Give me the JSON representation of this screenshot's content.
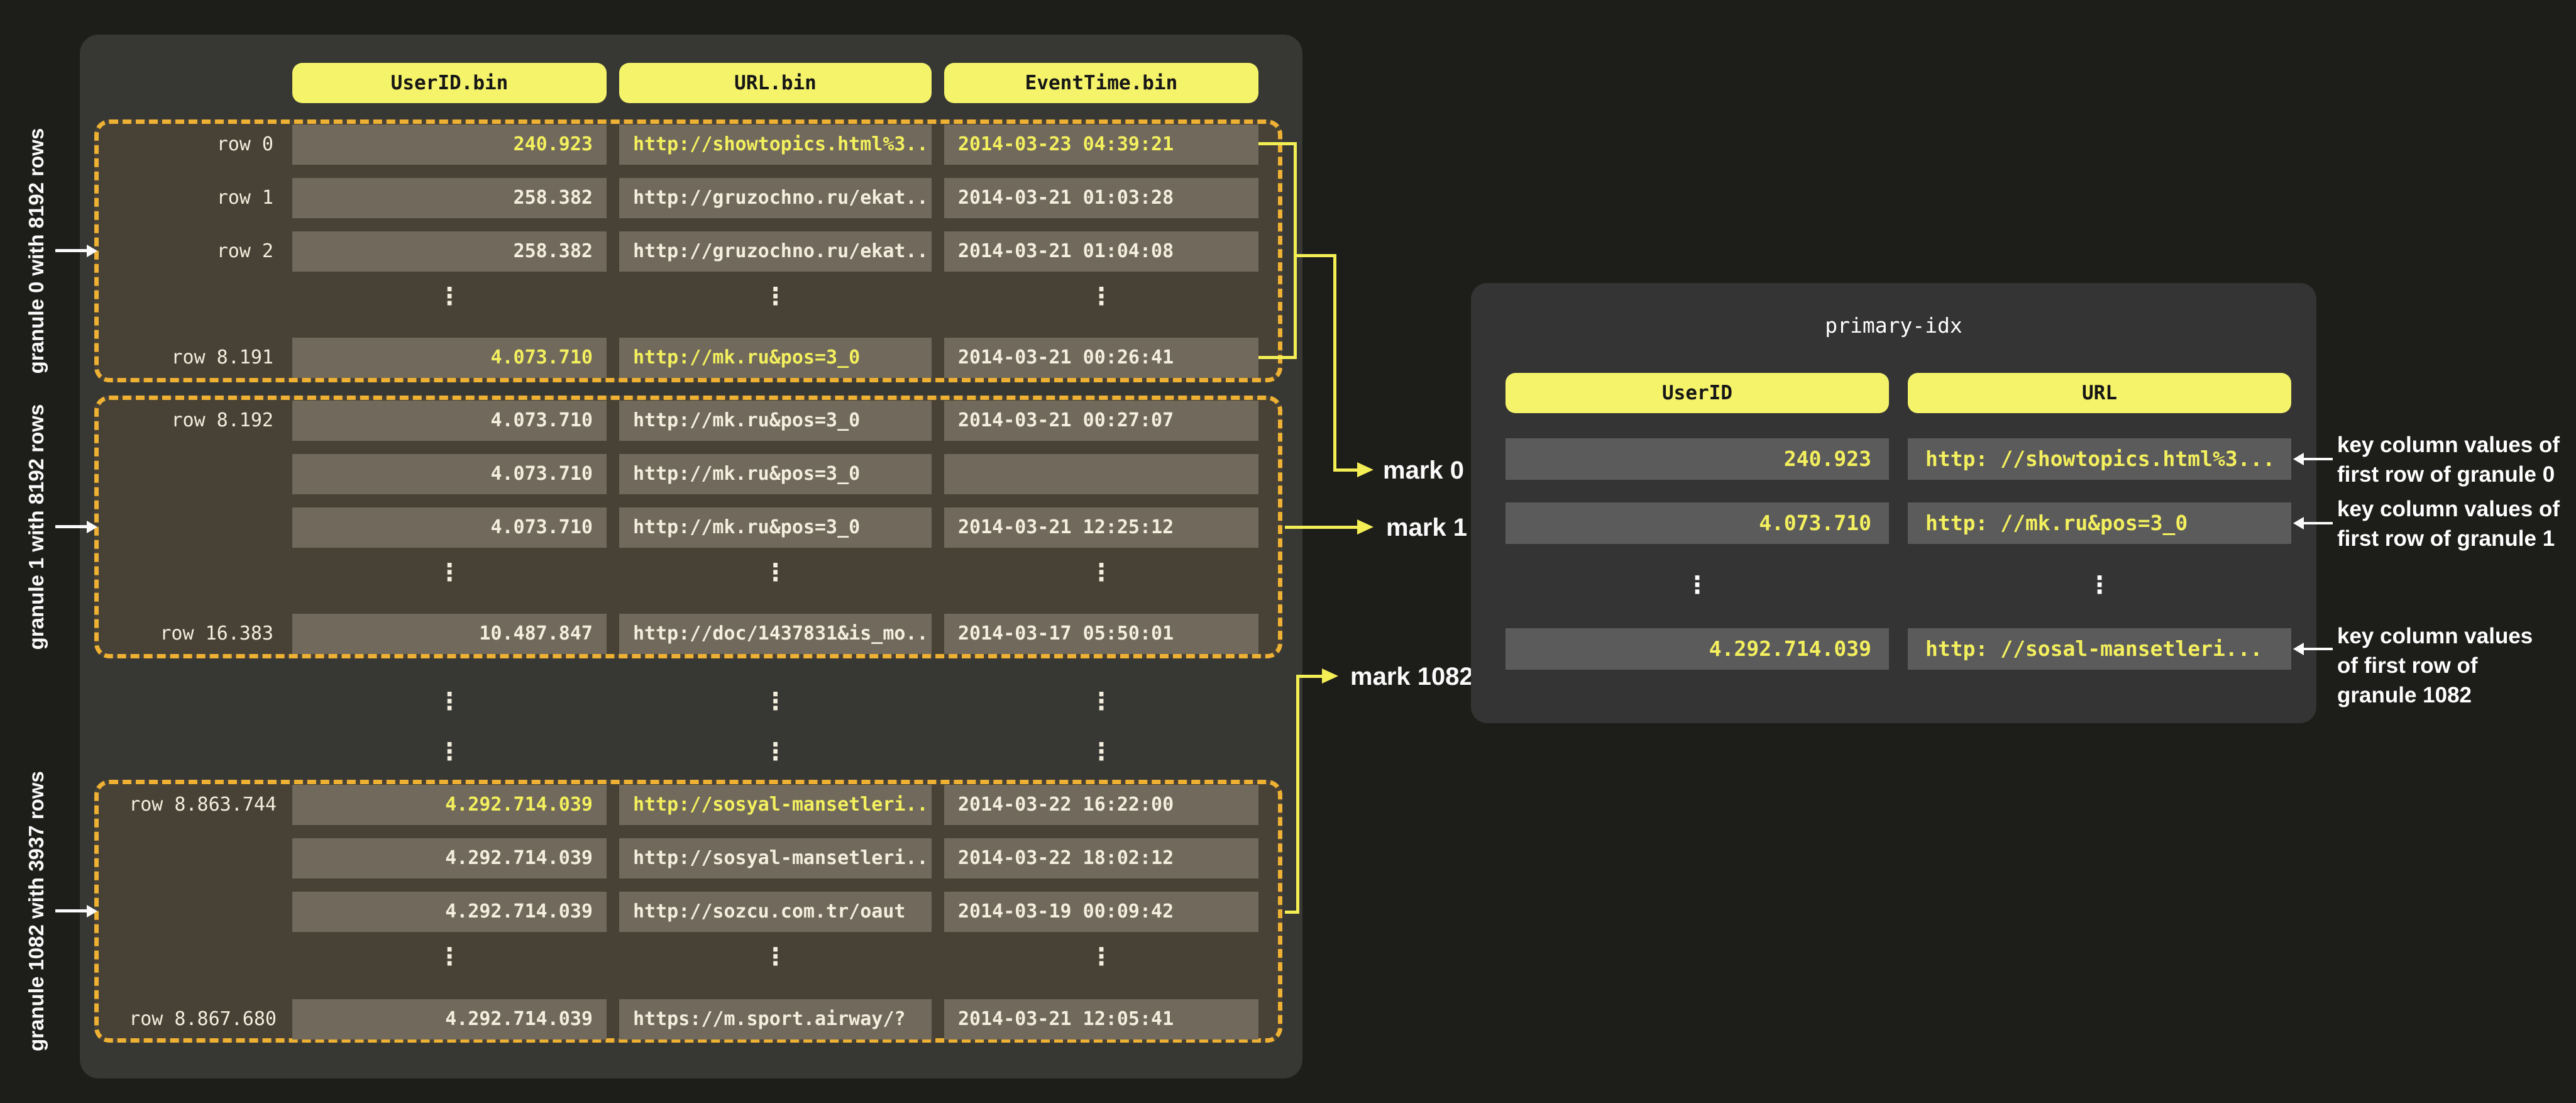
{
  "palette": {
    "page_bg": "#1d1d1a",
    "panel_bg": "#373734",
    "granule_bg": "#484136",
    "granule_border": "#eeb133",
    "cell_bg": "#70695c",
    "cell_text": "#f3eedd",
    "highlight_text": "#f3ef5e",
    "header_bg": "#f5f36a",
    "header_text": "#161616",
    "index_panel_bg": "#343434",
    "index_cell_bg": "#5b5b5b",
    "connector_yellow": "#f4ee55",
    "annotation_white": "#fafafa"
  },
  "glyphs": {
    "vdots": "⋮"
  },
  "bin_table": {
    "column_headers": [
      {
        "label": "UserID.bin"
      },
      {
        "label": "URL.bin"
      },
      {
        "label": "EventTime.bin"
      }
    ],
    "granules": [
      {
        "side_label": "granule 0 with 8192 rows",
        "rows": [
          {
            "label": "row 0",
            "user_id": "240.923",
            "url": "http://showtopics.html%3...",
            "event_time": "2014-03-23 04:39:21"
          },
          {
            "label": "row 1",
            "user_id": "258.382",
            "url": "http://gruzochno.ru/ekat...",
            "event_time": "2014-03-21 01:03:28"
          },
          {
            "label": "row 2",
            "user_id": "258.382",
            "url": "http://gruzochno.ru/ekat...",
            "event_time": "2014-03-21 01:04:08"
          },
          {
            "label": "row 8.191",
            "user_id": "4.073.710",
            "url": "http://mk.ru&pos=3_0",
            "event_time": "2014-03-21 00:26:41"
          }
        ]
      },
      {
        "side_label": "granule 1 with 8192 rows",
        "rows": [
          {
            "label": "row 8.192",
            "user_id": "4.073.710",
            "url": "http://mk.ru&pos=3_0",
            "event_time": "2014-03-21 00:27:07"
          },
          {
            "label": "",
            "user_id": "4.073.710",
            "url": "http://mk.ru&pos=3_0",
            "event_time": ""
          },
          {
            "label": "",
            "user_id": "4.073.710",
            "url": "http://mk.ru&pos=3_0",
            "event_time": "2014-03-21 12:25:12"
          },
          {
            "label": "row 16.383",
            "user_id": "10.487.847",
            "url": "http://doc/1437831&is_mo...",
            "event_time": "2014-03-17 05:50:01"
          }
        ]
      },
      {
        "side_label": "granule 1082  with  3937 rows",
        "rows": [
          {
            "label": "row 8.863.744",
            "user_id": "4.292.714.039",
            "url": "http://sosyal-mansetleri...",
            "event_time": "2014-03-22 16:22:00"
          },
          {
            "label": "",
            "user_id": "4.292.714.039",
            "url": "http://sosyal-mansetleri...",
            "event_time": "2014-03-22 18:02:12"
          },
          {
            "label": "",
            "user_id": "4.292.714.039",
            "url": "http://sozcu.com.tr/oaut",
            "event_time": "2014-03-19 00:09:42"
          },
          {
            "label": "row 8.867.680",
            "user_id": "4.292.714.039",
            "url": "https://m.sport.airway/?",
            "event_time": "2014-03-21 12:05:41"
          }
        ]
      }
    ]
  },
  "marks": {
    "mark0": "mark 0",
    "mark1": "mark 1",
    "mark1082": "mark 1082"
  },
  "primary_index": {
    "title": "primary-idx",
    "column_headers": [
      {
        "label": "UserID"
      },
      {
        "label": "URL"
      }
    ],
    "rows": [
      {
        "user_id": "240.923",
        "url": "http: //showtopics.html%3..."
      },
      {
        "user_id": "4.073.710",
        "url": "http: //mk.ru&pos=3_0"
      },
      {
        "user_id": "4.292.714.039",
        "url": "http: //sosal-mansetleri..."
      }
    ],
    "annotations": [
      {
        "line1": "key column values of",
        "line2": "first row of granule 0",
        "line3": ""
      },
      {
        "line1": "key column values of",
        "line2": "first row of granule 1",
        "line3": ""
      },
      {
        "line1": "key column values",
        "line2": "of first row of",
        "line3": "granule 1082"
      }
    ]
  }
}
